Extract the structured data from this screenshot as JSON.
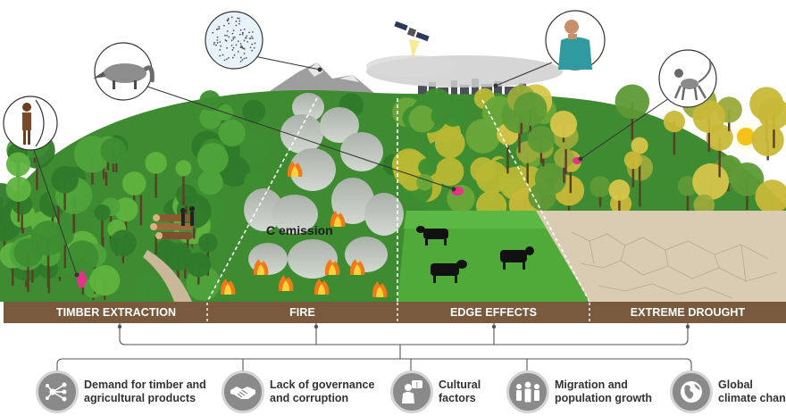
{
  "annotation": {
    "emission_label": "C emission"
  },
  "bands": [
    {
      "label": "TIMBER EXTRACTION"
    },
    {
      "label": "FIRE"
    },
    {
      "label": "EDGE EFFECTS"
    },
    {
      "label": "EXTREME DROUGHT"
    }
  ],
  "drivers": [
    {
      "line1": "Demand for timber and",
      "line2": "agricultural products",
      "icon": "network-icon"
    },
    {
      "line1": "Lack of governance",
      "line2": "and corruption",
      "icon": "handshake-icon"
    },
    {
      "line1": "Cultural",
      "line2": "factors",
      "icon": "person-speech-icon"
    },
    {
      "line1": "Migration and",
      "line2": "population growth",
      "icon": "people-group-icon"
    },
    {
      "line1": "Global",
      "line2": "climate change",
      "icon": "globe-icon"
    }
  ],
  "colors": {
    "band_bg": "#7a5a3e",
    "forest_dark": "#2f7a2a",
    "forest_light": "#5fae3b",
    "drought_tree": "#c8b838",
    "pasture": "#4faa3a",
    "driver_icon_bg": "#8a8a8a",
    "connector": "#555555",
    "pink_marker": "#e6338a",
    "sun": "#f5c21a"
  }
}
